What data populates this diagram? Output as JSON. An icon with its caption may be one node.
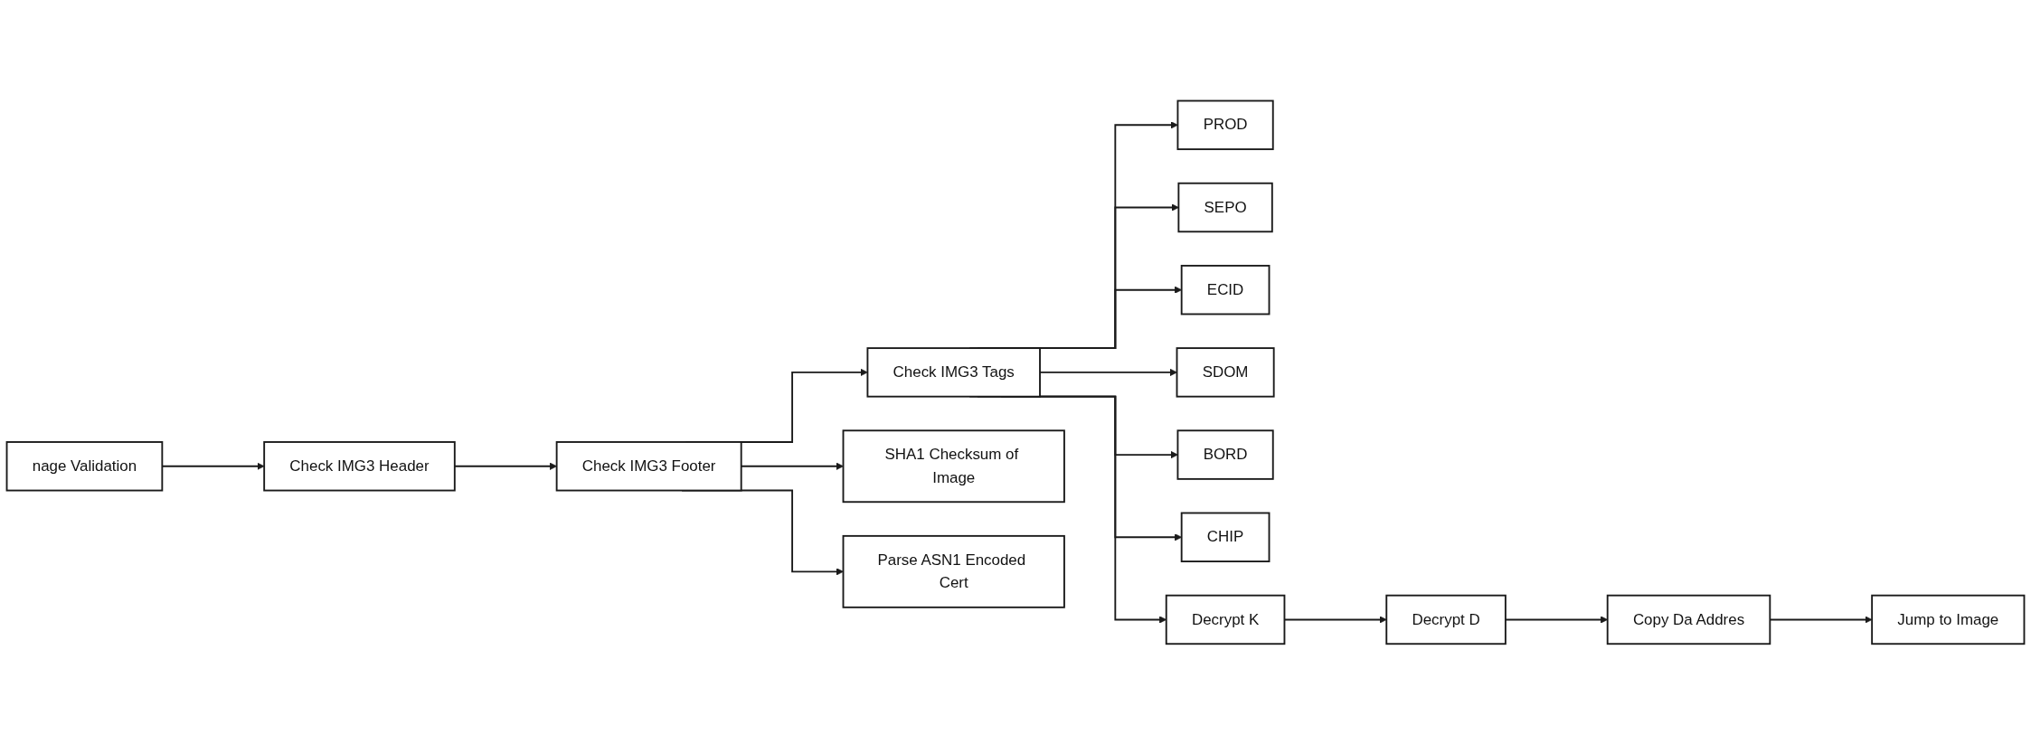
{
  "diagram": {
    "nodes": [
      {
        "text": [
          "nage Validation"
        ]
      },
      {
        "text": [
          "Check IMG3 Header"
        ]
      },
      {
        "text": [
          "Check IMG3 Footer"
        ]
      },
      {
        "text": [
          "SHA1 Checksum of Image"
        ]
      },
      {
        "text": [
          "Parse ASN1 Encoded Cert"
        ]
      },
      {
        "text": [
          "Check IMG3 Tags"
        ]
      },
      {
        "text": [
          "PROD"
        ]
      },
      {
        "text": [
          "SEPO"
        ]
      },
      {
        "text": [
          "ECID"
        ]
      },
      {
        "text": [
          "SDOM"
        ]
      },
      {
        "text": [
          "BORD"
        ]
      },
      {
        "text": [
          "CHIP"
        ]
      },
      {
        "text": [
          "Decrypt K"
        ]
      },
      {
        "text": [
          "Decrypt D"
        ]
      },
      {
        "text": [
          "Copy Da Addres"
        ]
      },
      {
        "text": [
          "Jump to Image"
        ]
      }
    ],
    "edges": [
      {
        "from": 0,
        "to": 1,
        "arrow": "to"
      },
      {
        "from": 1,
        "to": 2,
        "arrow": "to"
      },
      {
        "from": 2,
        "to": 3,
        "arrow": "to"
      },
      {
        "from": 2,
        "to": 4,
        "arrow": "to"
      },
      {
        "from": 2,
        "to": 5,
        "arrow": "to"
      },
      {
        "from": 5,
        "to": 6,
        "arrow": "to"
      },
      {
        "from": 5,
        "to": 7,
        "arrow": "to"
      },
      {
        "from": 5,
        "to": 8,
        "arrow": "to"
      },
      {
        "from": 5,
        "to": 9,
        "arrow": "to"
      },
      {
        "from": 5,
        "to": 10,
        "arrow": "to"
      },
      {
        "from": 5,
        "to": 11,
        "arrow": "to"
      },
      {
        "from": 5,
        "to": 12,
        "arrow": "to"
      },
      {
        "from": 12,
        "to": 13,
        "arrow": "to"
      },
      {
        "from": 13,
        "to": 14,
        "arrow": "to"
      },
      {
        "from": 14,
        "to": 15,
        "arrow": "to"
      }
    ]
  }
}
